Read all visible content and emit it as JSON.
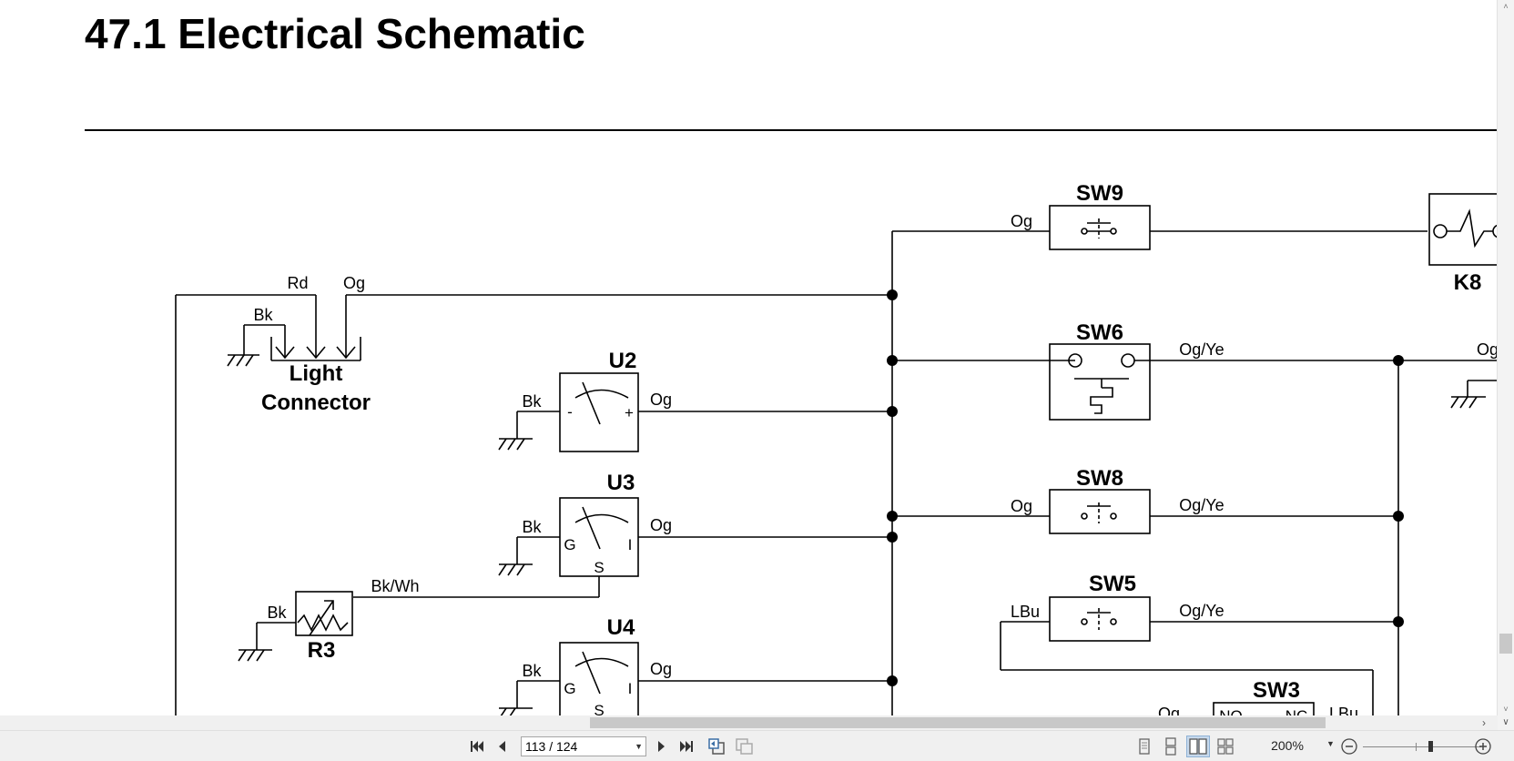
{
  "document": {
    "title": "47.1 Electrical Schematic",
    "components": {
      "SW9": "SW9",
      "SW6": "SW6",
      "SW8": "SW8",
      "SW5": "SW5",
      "SW3": "SW3",
      "K8": "K8",
      "U2": "U2",
      "U3": "U3",
      "U4": "U4",
      "R3": "R3",
      "light_connector_line1": "Light",
      "light_connector_line2": "Connector"
    },
    "wires": {
      "rd": "Rd",
      "og_top": "Og",
      "bk_light": "Bk",
      "bk_u2": "Bk",
      "og_u2": "Og",
      "bk_u3": "Bk",
      "og_u3": "Og",
      "bk_r3": "Bk",
      "bkwh_r3": "Bk/Wh",
      "bk_u4": "Bk",
      "og_u4": "Og",
      "og_sw9": "Og",
      "ogye_sw6": "Og/Ye",
      "og_sw8": "Og",
      "ogye_sw8": "Og/Ye",
      "lbu_sw5": "LBu",
      "ogye_sw5": "Og/Ye",
      "og_right": "Og",
      "og_sw3": "Og",
      "lbu_sw3": "LBu"
    },
    "pins": {
      "u2_minus": "-",
      "u2_plus": "+",
      "u3_g": "G",
      "u3_i": "I",
      "u3_s": "S",
      "u4_g": "G",
      "u4_i": "I",
      "u4_s": "S",
      "sw3_no": "NO",
      "sw3_nc": "NC"
    }
  },
  "toolbar": {
    "page_value": "113 / 124",
    "zoom_level": "200%"
  },
  "icons": {
    "first_page": "first-page-icon",
    "prev_page": "previous-page-icon",
    "next_page": "next-page-icon",
    "last_page": "last-page-icon",
    "zoom_out": "zoom-out-icon",
    "zoom_in": "zoom-in-icon"
  }
}
